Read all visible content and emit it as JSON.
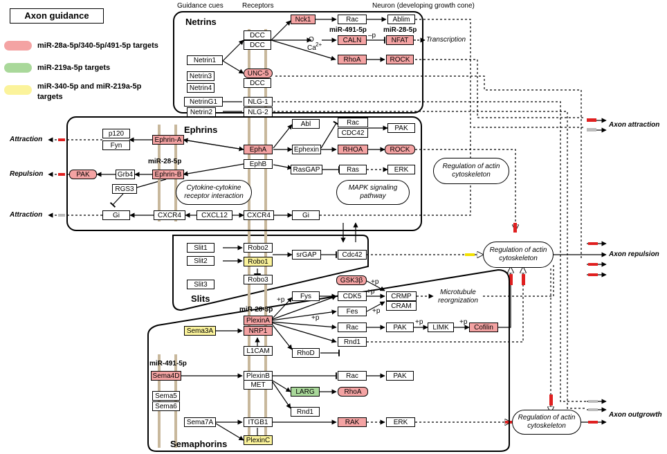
{
  "title": "Axon guidance",
  "legend": [
    {
      "label": "miR-28a-5p/340-5p/491-5p targets",
      "color": "#f4a3a3"
    },
    {
      "label": "miR-219a-5p targets",
      "color": "#a9d89a"
    },
    {
      "label": "miR-340-5p and miR-219a-5p targets",
      "color": "#fbf39b"
    }
  ],
  "headers": {
    "cues": "Guidance cues",
    "receptors": "Receptors",
    "neuron": "Neuron (developing growth cone)"
  },
  "regions": {
    "netrins": "Netrins",
    "ephrins": "Ephrins",
    "slits": "Slits",
    "semaphorins": "Semaphorins"
  },
  "outcomes": {
    "attraction": "Axon attraction",
    "repulsion": "Axon repulsion",
    "outgrowth": "Axon outgrowth"
  },
  "left_outcomes": {
    "attraction1": "Attraction",
    "repulsion": "Repulsion",
    "attraction2": "Attraction"
  },
  "mirna": {
    "m491_calN": "miR-491-5p",
    "m28_nfat": "miR-28-5p",
    "m28_ephrinb": "miR-28-5p",
    "m28_plexina": "miR-28-5p",
    "m491_sema4d": "miR-491-5p"
  },
  "annotations": {
    "ca": "Ca",
    "ca_sup": "2+",
    "o": "O",
    "neg_p": "–p",
    "plus_p": "+p",
    "transcription": "Transcription",
    "cytokine": "Cytokine-cytokine receptor interaction",
    "mapk": "MAPK signaling pathway",
    "reg_actin": "Regulation of actin cytoskeleton",
    "microtubule": "Microtubule reorgnization"
  },
  "nodes": {
    "netrin1": "Netrin1",
    "netrin3": "Netrin3",
    "netrin4": "Netrin4",
    "netring1": "NetrinG1",
    "netrin2": "Netrin2",
    "dcc1": "DCC",
    "dcc2": "DCC",
    "unc5": "UNC-5",
    "dcc3": "DCC",
    "nlg1": "NLG-1",
    "nlg2": "NLG-2",
    "nck1": "Nck1",
    "rac1": "Rac",
    "ablim": "Ablim",
    "caln": "CALN",
    "nfat": "NFAT",
    "rhoa1": "RhoA",
    "rock1": "ROCK",
    "p120": "p120",
    "fyn": "Fyn",
    "ephrina": "Ephrin-A",
    "grb4": "Grb4",
    "ephrinb": "Ephrin-B",
    "pak1": "PAK",
    "rgs3": "RGS3",
    "gi1": "Gi",
    "cxcr4a": "CXCR4",
    "cxcl12": "CXCL12",
    "cxcr4b": "CXCR4",
    "gi2": "Gi",
    "epha": "EphA",
    "ephb": "EphB",
    "abl": "Abl",
    "rac2": "Rac",
    "cdc42a": "CDC42",
    "pak2": "PAK",
    "ephexin": "Ephexin",
    "rhoa2": "RHOA",
    "rock2": "ROCK",
    "rasgap": "RasGAP",
    "ras": "Ras",
    "erk1": "ERK",
    "slit1": "Slit1",
    "slit2": "Slit2",
    "slit3": "Slit3",
    "robo2": "Robo2",
    "robo1": "Robo1",
    "robo3": "Robo3",
    "srgap": "srGAP",
    "cdc42b": "Cdc42",
    "gsk3b": "GSK3β",
    "fys": "Fys",
    "cdk5": "CDK5",
    "crmp": "CRMP",
    "cram": "CRAM",
    "fes": "Fes",
    "sema3a": "Sema3A",
    "plexina": "PlexinA",
    "nrp1": "NRP1",
    "l1cam": "L1CAM",
    "rac3": "Rac",
    "pak3": "PAK",
    "limk": "LIMK",
    "cofilin": "Cofilin",
    "rnd1a": "Rnd1",
    "rhod": "RhoD",
    "sema4d": "Sema4D",
    "sema5": "Sema5",
    "sema6": "Sema6",
    "plexinb": "PlexinB",
    "met": "MET",
    "rac4": "Rac",
    "pak4": "PAK",
    "larg": "LARG",
    "rhoa3": "RhoA",
    "rnd1b": "Rnd1",
    "sema7a": "Sema7A",
    "itgb1": "ITGB1",
    "rak": "RAK",
    "erk2": "ERK",
    "plexinc": "PlexinC"
  }
}
